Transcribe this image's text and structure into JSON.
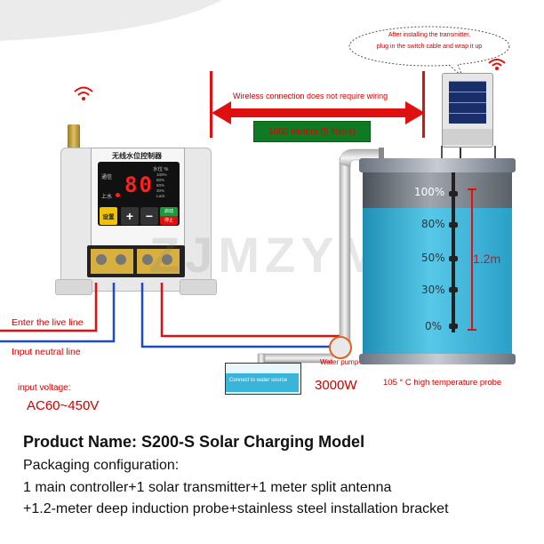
{
  "callout": {
    "line1": "After installing the transmitter,",
    "line2": "plug in the switch cable and wrap it up"
  },
  "wireless_text": "Wireless connection does not require wiring",
  "distance_label": "1000 meters (5 floors)",
  "controller": {
    "title": "无线水位控制器",
    "comm_label": "通信",
    "water_label": "上水",
    "level_label": "水位 %",
    "display": "80",
    "level_items": [
      "100%",
      "80%",
      "50%",
      "30%",
      "Lack"
    ],
    "btn_set": "设置",
    "btn_plus": "+",
    "btn_minus": "−",
    "btn_start": "启动",
    "btn_stop": "停止"
  },
  "watermark": "ZJMZYM",
  "tank": {
    "percent_labels": [
      "100%",
      "80%",
      "50%",
      "30%",
      "0%"
    ],
    "height": "1.2m"
  },
  "labels": {
    "live_line": "Enter the live line",
    "neutral_line": "Input neutral line",
    "connect": "Connect to water source",
    "water_pump": "Water pump",
    "power": "3000W",
    "probe": "105 ° C high temperature probe",
    "input_voltage": "input voltage:",
    "voltage_value": "AC60~450V"
  },
  "footer": {
    "title": "Product Name: S200-S Solar Charging Model",
    "line1": "Packaging configuration:",
    "line2": "1 main controller+1 solar transmitter+1 meter split antenna",
    "line3": "+1.2-meter deep induction probe+stainless steel installation bracket"
  },
  "colors": {
    "red": "#e01010",
    "water": "#3ab4d8",
    "display_red": "#ff2020",
    "btn_yellow": "#f2c200",
    "btn_green": "#1a9a3c",
    "banner_green": "#0f7a24"
  }
}
